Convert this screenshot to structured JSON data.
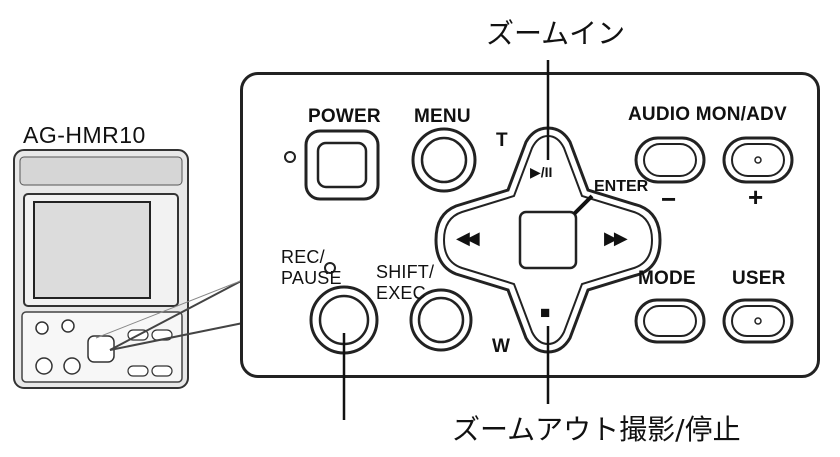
{
  "callouts": {
    "zoom_in": "ズームイン",
    "zoom_out_rec_stop": "ズームアウト撮影/停止"
  },
  "device": {
    "model": "AG-HMR10"
  },
  "panel": {
    "power": "POWER",
    "menu": "MENU",
    "audio_mon_adv": "AUDIO MON/ADV",
    "minus": "−",
    "plus": "+",
    "t": "T",
    "w": "W",
    "enter": "ENTER",
    "rec_pause_line1": "REC/",
    "rec_pause_line2": "PAUSE",
    "shift_exec_line1": "SHIFT/",
    "shift_exec_line2": "EXEC",
    "mode": "MODE",
    "user": "USER",
    "play_pause_glyph": "▶/II",
    "rew_glyph": "◀◀",
    "ff_glyph": "▶▶",
    "stop_glyph": "■"
  },
  "colors": {
    "line": "#222222",
    "device_body": "#e6e6e6",
    "screen": "#d9d9d9"
  }
}
